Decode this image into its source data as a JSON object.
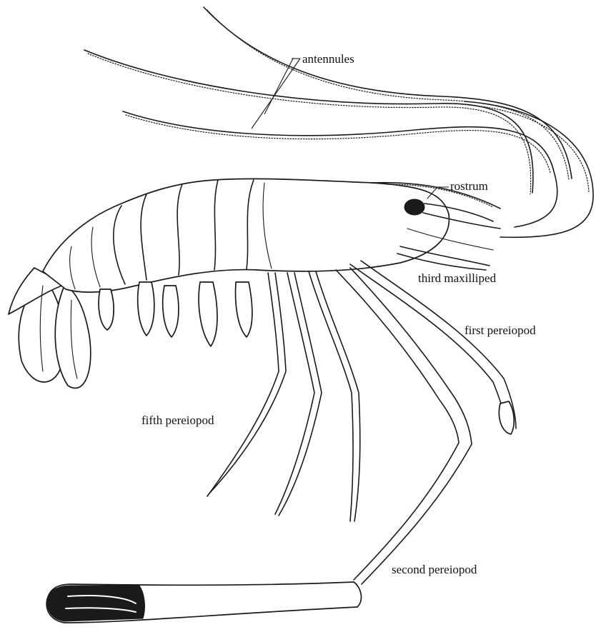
{
  "diagram": {
    "labels": {
      "antennules": "antennules",
      "rostrum": "rostrum",
      "third_maxilliped": "third maxilliped",
      "first_pereiopod": "first pereiopod",
      "fifth_pereiopod": "fifth pereiopod",
      "second_pereiopod": "second pereiopod"
    },
    "colors": {
      "ink": "#1a1a1a",
      "background": "#ffffff"
    }
  }
}
